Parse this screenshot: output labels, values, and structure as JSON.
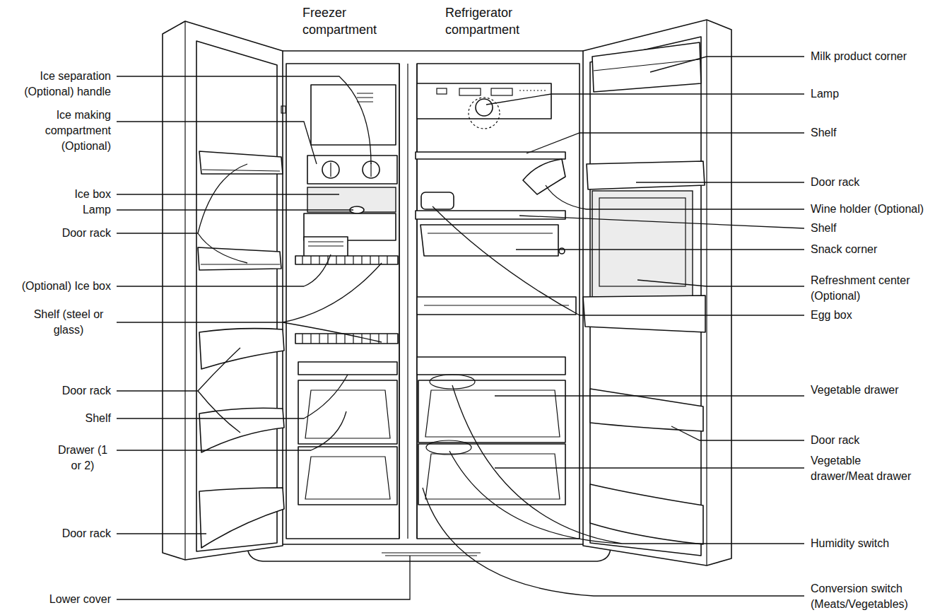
{
  "diagram": {
    "labels": [
      "Freezer compartment",
      "Refrigerator compartment",
      "Ice separation (Optional) handle",
      "Ice making compartment (Optional)",
      "Ice box",
      "Lamp",
      "Door rack",
      "(Optional) Ice box",
      "Shelf (steel or glass)",
      "Door rack",
      "Shelf",
      "Drawer (1 or 2)",
      "Door rack",
      "Lower cover",
      "Milk product corner",
      "Lamp",
      "Shelf",
      "Door rack",
      "Wine holder (Optional)",
      "Shelf",
      "Snack corner",
      "Refreshment center (Optional)",
      "Egg box",
      "Vegetable drawer",
      "Door rack",
      "Vegetable drawer/Meat drawer",
      "Humidity switch",
      "Conversion switch (Meats/Vegetables)"
    ]
  }
}
